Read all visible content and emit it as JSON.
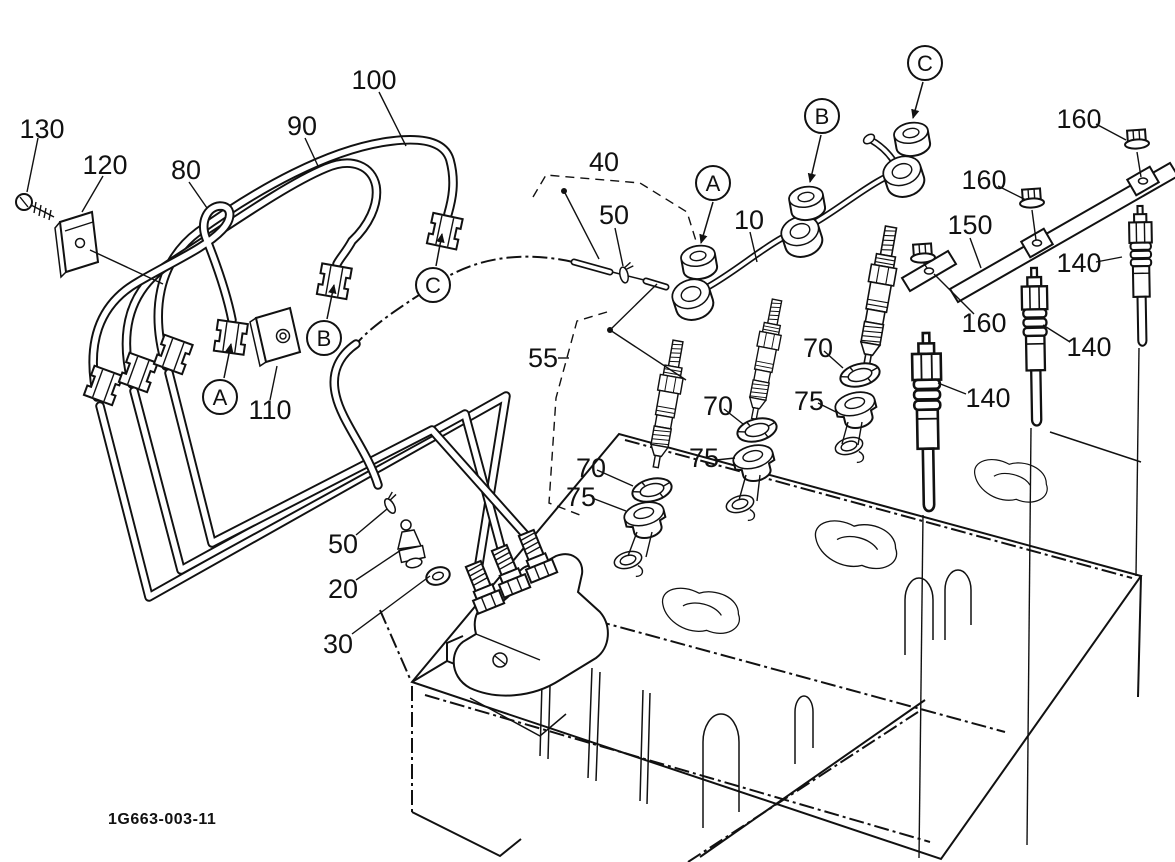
{
  "colors": {
    "ink": "#111111",
    "background": "#ffffff"
  },
  "figure": {
    "code": "1G663-003-11"
  },
  "callouts": {
    "c130": "130",
    "c120": "120",
    "c80": "80",
    "c90": "90",
    "c100": "100",
    "c40": "40",
    "c50_top": "50",
    "c10": "10",
    "c55": "55",
    "c70_1": "70",
    "c70_2": "70",
    "c70_3": "70",
    "c75_1": "75",
    "c75_2": "75",
    "c75_3": "75",
    "c50_bottom": "50",
    "c20": "20",
    "c30": "30",
    "c110": "110",
    "c150": "150",
    "c160_top": "160",
    "c160_mid": "160",
    "c160_low": "160",
    "c140_right": "140",
    "c140_mid": "140",
    "c140_left": "140"
  },
  "refs": {
    "a": "A",
    "b": "B",
    "c": "C"
  }
}
